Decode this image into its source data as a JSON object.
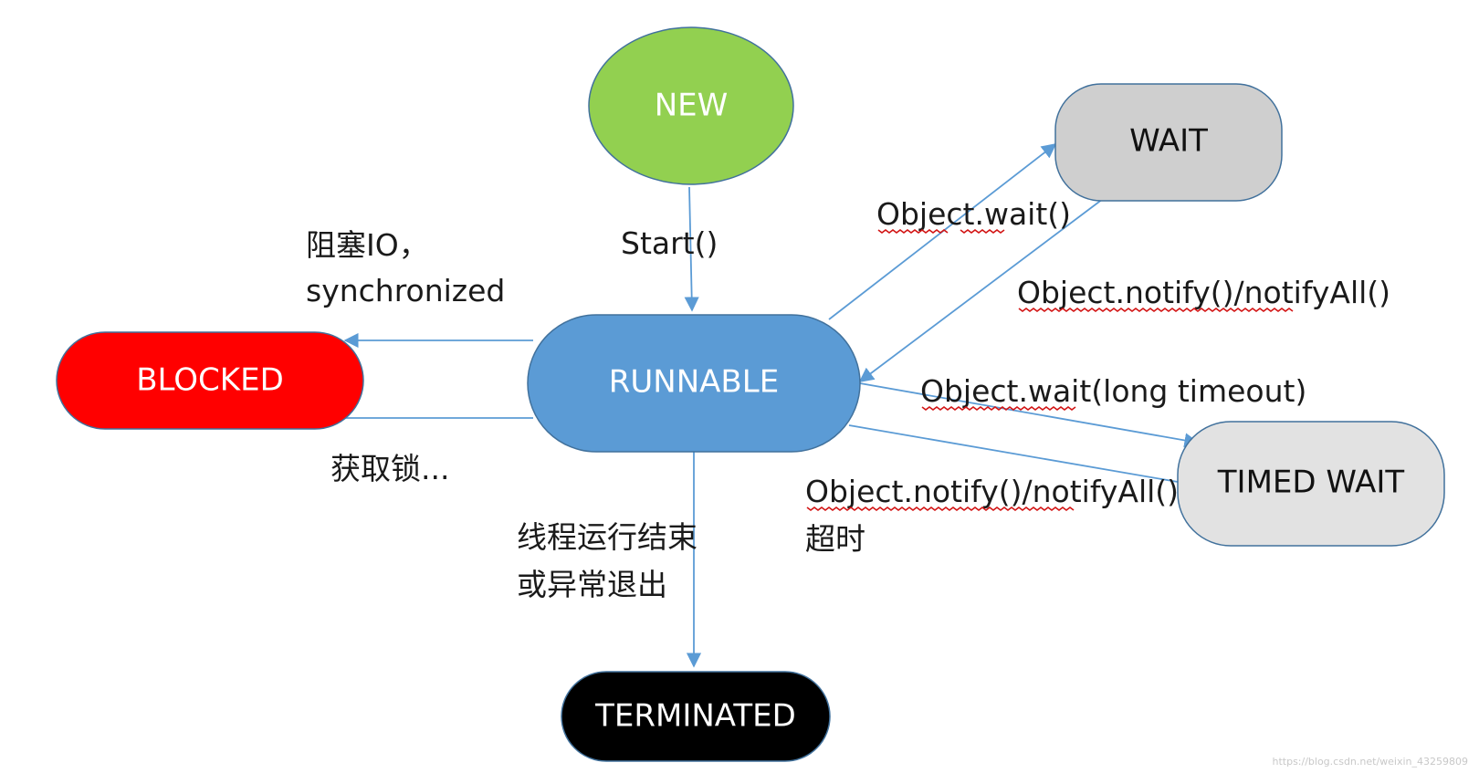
{
  "colors": {
    "new": "#92d050",
    "runnable": "#5b9bd5",
    "blocked": "#ff0000",
    "wait": "#cfcfcf",
    "timed_wait": "#e2e2e2",
    "terminated": "#000000",
    "edge": "#5b9bd5",
    "node_border": "#41719c"
  },
  "nodes": {
    "new": "NEW",
    "runnable": "RUNNABLE",
    "blocked": "BLOCKED",
    "wait": "WAIT",
    "timed_wait": "TIMED WAIT",
    "terminated": "TERMINATED"
  },
  "edges": {
    "start": "Start()",
    "blocked_in_1": "阻塞IO，",
    "blocked_in_2": "synchronized",
    "blocked_out": "获取锁...",
    "terminate_1": "线程运行结束",
    "terminate_2": "或异常退出",
    "wait_in": "Object.wait()",
    "wait_out": "Object.notify()/notifyAll()",
    "timed_in": "Object.wait(long timeout)",
    "timed_out_1": "Object.notify()/notifyAll()",
    "timed_out_2": "超时"
  },
  "watermark": "https://blog.csdn.net/weixin_43259809"
}
